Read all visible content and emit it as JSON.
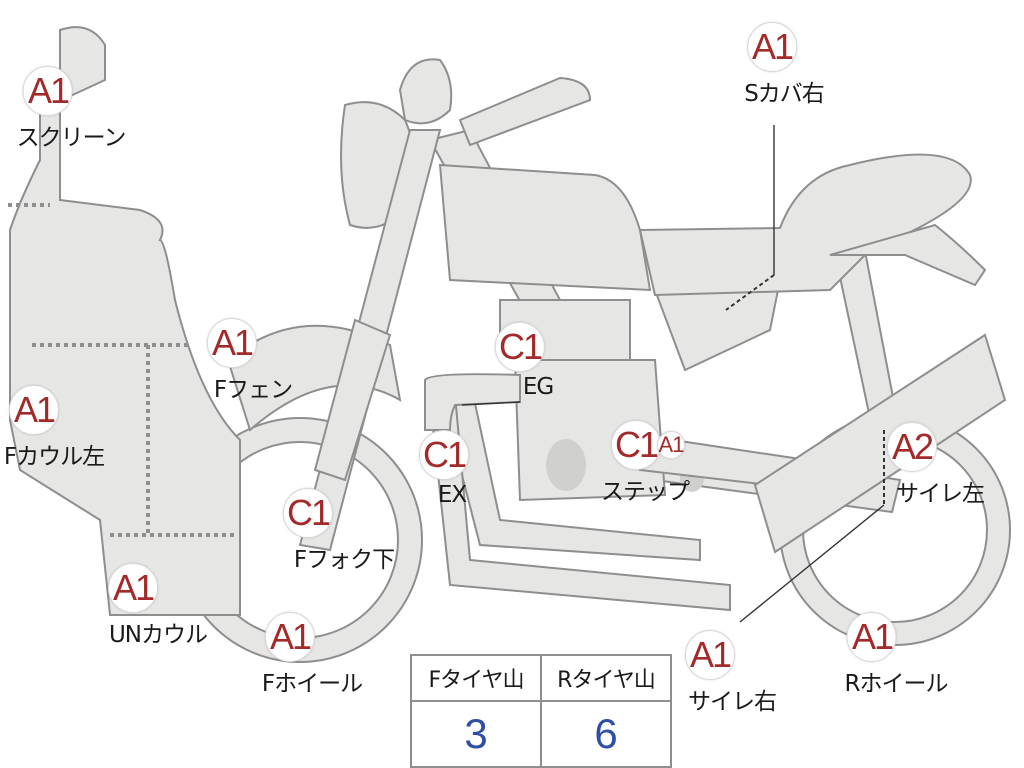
{
  "callouts": [
    {
      "id": "screen",
      "grade": "A1",
      "label": "スクリーン"
    },
    {
      "id": "f-fender",
      "grade": "A1",
      "label": "Fフェン"
    },
    {
      "id": "f-cowl-left",
      "grade": "A1",
      "label": "Fカウル左"
    },
    {
      "id": "un-cowl",
      "grade": "A1",
      "label": "UNカウル"
    },
    {
      "id": "f-fork-lower",
      "grade": "C1",
      "label": "Fフォク下"
    },
    {
      "id": "f-wheel",
      "grade": "A1",
      "label": "Fホイール"
    },
    {
      "id": "engine",
      "grade": "C1",
      "label": "EG"
    },
    {
      "id": "exhaust",
      "grade": "C1",
      "label": "EX"
    },
    {
      "id": "step",
      "grade": "C1",
      "grade2": "A1",
      "label": "ステップ"
    },
    {
      "id": "side-cover-right",
      "grade": "A1",
      "label": "Sカバ右"
    },
    {
      "id": "silencer-left",
      "grade": "A2",
      "label": "サイレ左"
    },
    {
      "id": "silencer-right",
      "grade": "A1",
      "label": "サイレ右"
    },
    {
      "id": "r-wheel",
      "grade": "A1",
      "label": "Rホイール"
    }
  ],
  "tire_table": {
    "front_header": "Fタイヤ山",
    "rear_header": "Rタイヤ山",
    "front_value": "3",
    "rear_value": "6"
  },
  "colors": {
    "part_fill": "#e6e6e4",
    "part_outline": "#8e8e8e",
    "grade_text": "#a32a2a",
    "tread_value": "#2f4fa5"
  }
}
